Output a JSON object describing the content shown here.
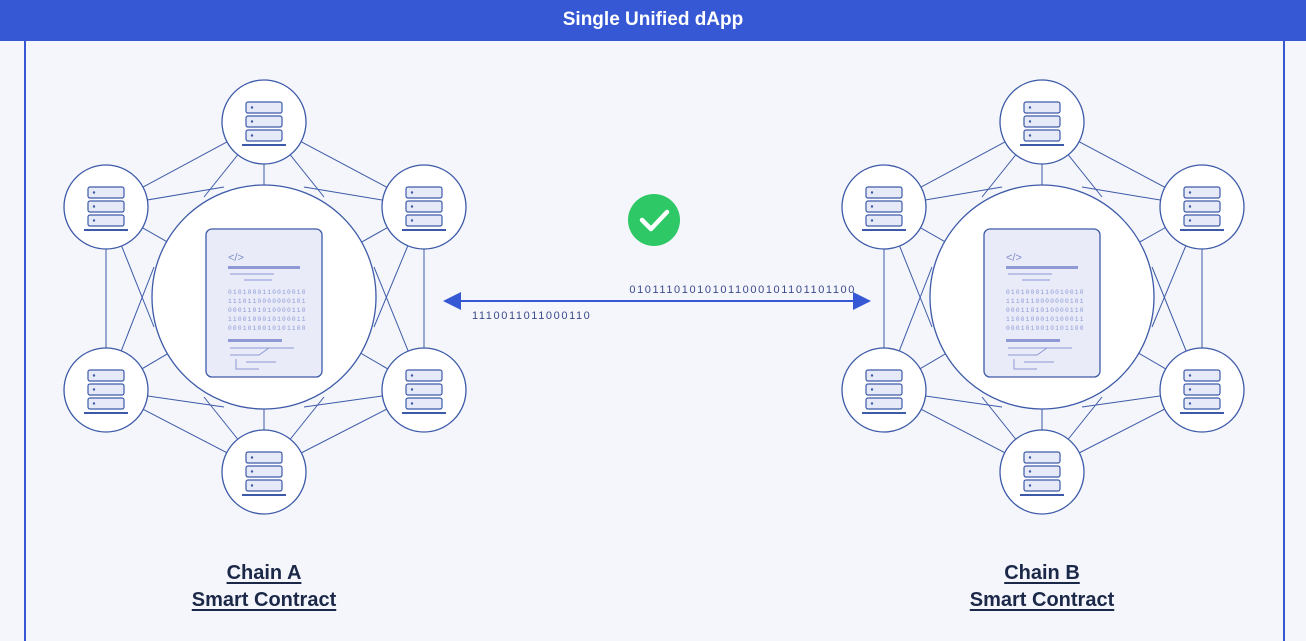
{
  "header": {
    "title": "Single Unified dApp"
  },
  "status": {
    "icon": "check-circle-icon",
    "color": "#2ec866"
  },
  "transfer": {
    "outgoing_bits": "010111010101011000101101101100",
    "incoming_bits": "1110011011000110",
    "arrow_color": "#3658d4"
  },
  "contract_doc": {
    "code_symbol": "</>",
    "bit_rows": [
      "0101000110010010",
      "1110110000000101",
      "0001101010000110",
      "1100100010100011",
      "0001010010101100"
    ]
  },
  "chains": [
    {
      "name": "Chain A",
      "subtitle": "Smart Contract"
    },
    {
      "name": "Chain B",
      "subtitle": "Smart Contract"
    }
  ],
  "colors": {
    "brand": "#3658d4",
    "line": "#3d5aa8",
    "node_fill": "#ffffff",
    "doc_fill": "#e9ecf8"
  }
}
